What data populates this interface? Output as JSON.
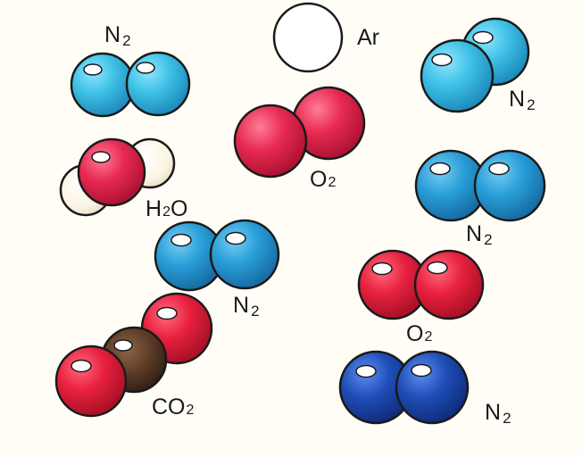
{
  "labels": {
    "n2_a": {
      "symbol": "N",
      "sub": "2"
    },
    "ar": {
      "symbol": "Ar"
    },
    "n2_b": {
      "symbol": "N",
      "sub": "2"
    },
    "o2_a": {
      "symbol": "O",
      "sub": "2"
    },
    "h2o": {
      "pre": "H",
      "sub": "2",
      "post": "O"
    },
    "n2_c": {
      "symbol": "N",
      "sub": "2"
    },
    "n2_d": {
      "symbol": "N",
      "sub": "2"
    },
    "o2_b": {
      "symbol": "O",
      "sub": "2"
    },
    "co2": {
      "symbol": "CO",
      "sub": "2"
    },
    "n2_e": {
      "symbol": "N",
      "sub": "2"
    }
  },
  "colors": {
    "background": "#fffdf6",
    "nitrogen_light": "#3fc2e6",
    "nitrogen_mid": "#2a9fd8",
    "nitrogen_dark": "#1f4fb8",
    "oxygen": "#e8213f",
    "carbon": "#5a3a26",
    "hydrogen": "#fbf4e4",
    "argon": "#ffffff",
    "outline": "#1a1a1a"
  }
}
